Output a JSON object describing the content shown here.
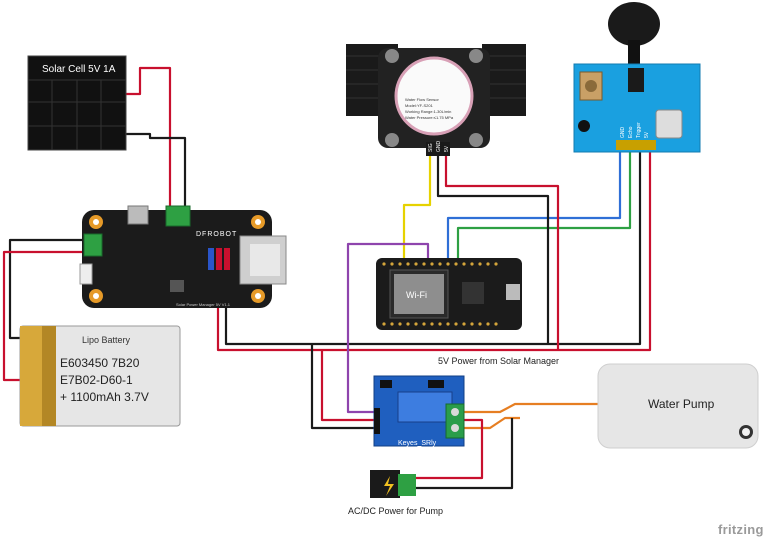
{
  "components": {
    "solar_cell": {
      "label": "Solar Cell 5V 1A"
    },
    "battery": {
      "title": "Lipo Battery",
      "line1": "E603450 7B20",
      "line2": "E7B02-D60-1",
      "line3": "+ 1100mAh 3.7V"
    },
    "power_manager": {
      "brand": "DFROBOT",
      "subtitle": "Solar Power Manager 5V V1.1"
    },
    "flow_sensor": {
      "face_text": "Water Flow Sensor\nModel:YF-S201\nWorking Range:1-30L/min\nWater Pressure:≤1.75 MPa",
      "pins": [
        "SIG",
        "GND",
        "5V"
      ]
    },
    "ultrasonic": {
      "pins": [
        "GND",
        "Echo",
        "Trigger",
        "5V"
      ]
    },
    "esp_board": {
      "chip": "Wi-Fi"
    },
    "relay": {
      "label": "Keyes_SRly"
    },
    "pump": {
      "label": "Water Pump"
    }
  },
  "captions": {
    "solar_manager_power": "5V Power from Solar Manager",
    "acdc_power": "AC/DC Power for Pump"
  },
  "watermark": "fritzing",
  "colors": {
    "red": "#c8102e",
    "black": "#1a1a1a",
    "yellow": "#e6d200",
    "blue": "#2f6fd6",
    "green": "#2ea043",
    "purple": "#8e44ad",
    "orange": "#e67e22",
    "board_black": "#1b1b1b",
    "board_blue": "#1aa0e0",
    "relay_blue": "#1f5fbf"
  }
}
